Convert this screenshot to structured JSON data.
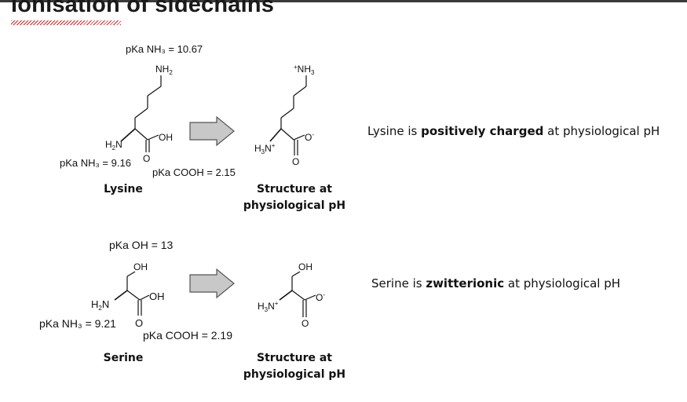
{
  "title": "Ionisation of sidechains",
  "lysine": {
    "name": "Lysine",
    "pka_side_nh3": "pKa NH₃ = 10.67",
    "pka_nh3": "pKa NH₃ = 9.16",
    "pka_cooh": "pKa COOH = 2.15",
    "structure_label_line1": "Structure at",
    "structure_label_line2": "physiological pH",
    "statement_pre": "Lysine is ",
    "statement_bold": "positively charged",
    "statement_post": " at physiological pH"
  },
  "serine": {
    "name": "Serine",
    "pka_oh": "pKa OH = 13",
    "pka_nh3": "pKa NH₃ = 9.21",
    "pka_cooh": "pKa COOH = 2.19",
    "structure_label_line1": "Structure at",
    "structure_label_line2": "physiological pH",
    "statement_pre": "Serine is ",
    "statement_bold": "zwitterionic",
    "statement_post": " at physiological pH"
  },
  "colors": {
    "arrow_fill": "#c8c8c8",
    "arrow_stroke": "#555555",
    "underline": "#dd2222"
  }
}
